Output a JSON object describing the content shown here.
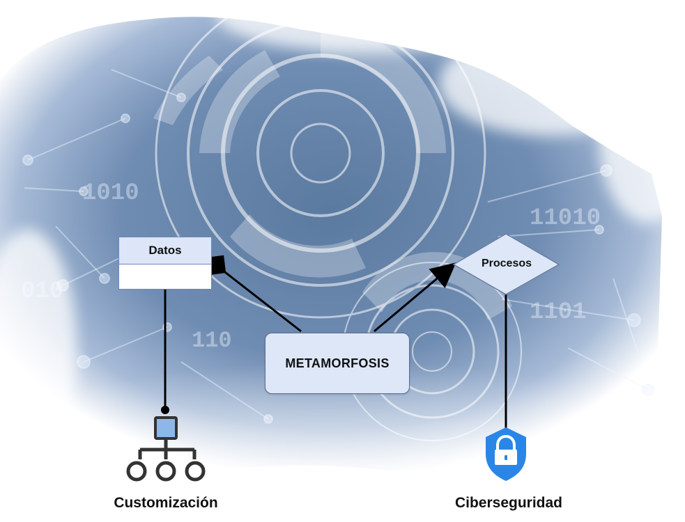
{
  "diagram": {
    "entity_label": "Datos",
    "center_label": "METAMORFOSIS",
    "decision_label": "Procesos",
    "left_output_label": "Customización",
    "right_output_label": "Ciberseguridad"
  },
  "background": {
    "binary_texts": [
      "1010",
      "010",
      "110",
      "11010",
      "1101"
    ],
    "colors": {
      "base_blue": "#8ea6c5",
      "deep_blue": "#5f7ea6",
      "light_blue": "#c8d6ea",
      "shield_blue": "#2a86e6"
    }
  },
  "icons": {
    "left_icon": "hierarchy-icon",
    "right_icon": "shield-lock-icon"
  }
}
